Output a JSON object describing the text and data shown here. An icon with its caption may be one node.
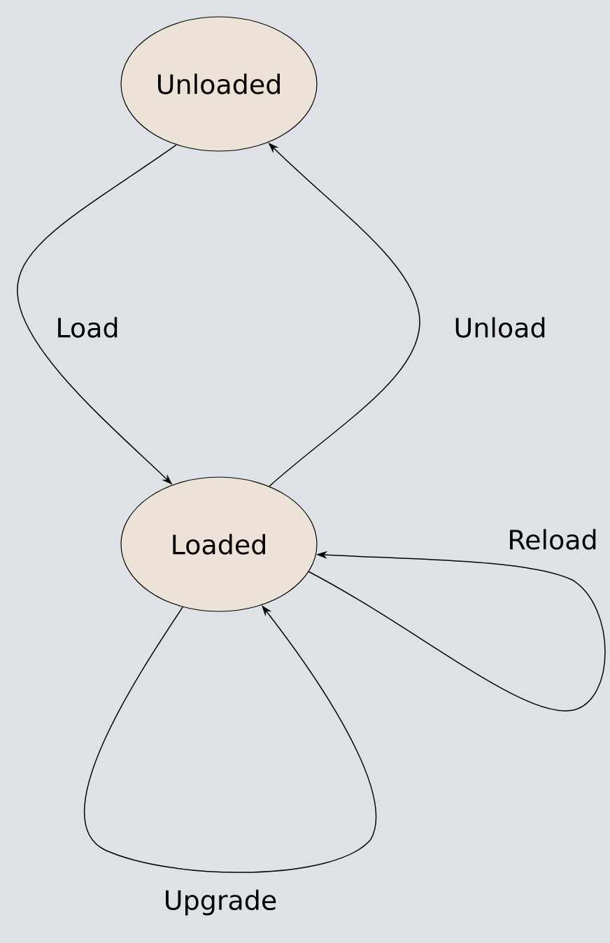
{
  "diagram": {
    "nodes": [
      {
        "text": [
          "Unloaded"
        ]
      },
      {
        "text": [
          "Loaded"
        ]
      }
    ],
    "edges": [
      {
        "from": 0,
        "to": 1,
        "arrow": "to",
        "label": "Load"
      },
      {
        "from": 1,
        "to": 0,
        "arrow": "to",
        "label": "Unload"
      },
      {
        "from": 1,
        "to": 1,
        "arrow": "to",
        "label": "Reload"
      },
      {
        "from": 1,
        "to": 1,
        "arrow": "to",
        "label": "Upgrade"
      }
    ]
  }
}
